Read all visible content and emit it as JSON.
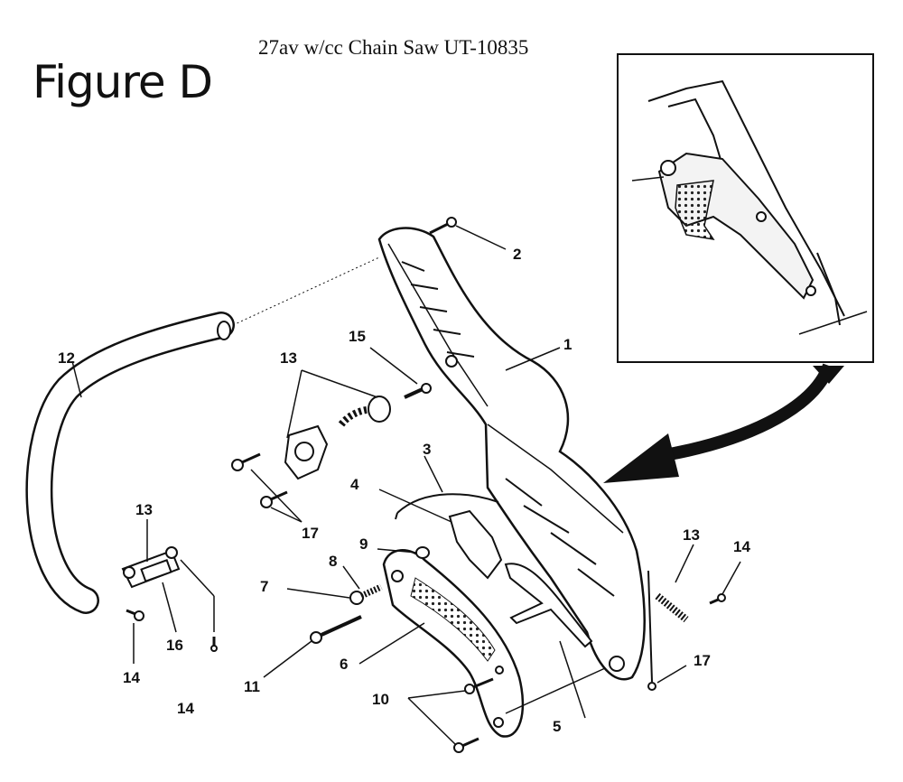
{
  "figure_label": "Figure D",
  "title": "27av w/cc Chain Saw UT-10835",
  "callouts": {
    "c1": "1",
    "c2": "2",
    "c3": "3",
    "c4": "4",
    "c5": "5",
    "c6": "6",
    "c7": "7",
    "c8": "8",
    "c9": "9",
    "c10": "10",
    "c11": "11",
    "c12": "12",
    "c13a": "13",
    "c13b": "13",
    "c13c": "13",
    "c14a": "14",
    "c14b": "14",
    "c14c": "14",
    "c15": "15",
    "c16": "16",
    "c17a": "17",
    "c17b": "17"
  }
}
